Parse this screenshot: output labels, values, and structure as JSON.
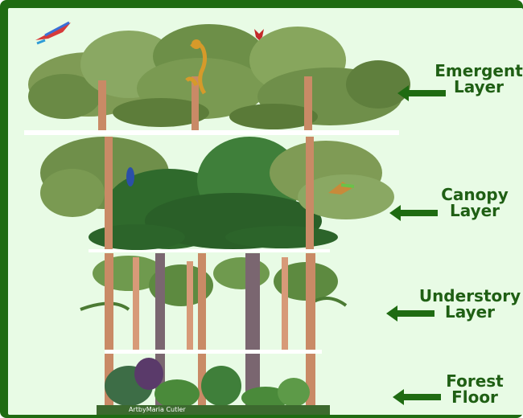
{
  "layers": [
    {
      "line1": "Emergent",
      "line2": "Layer"
    },
    {
      "line1": "Canopy",
      "line2": "Layer"
    },
    {
      "line1": "Understory",
      "line2": "Layer"
    },
    {
      "line1": "Forest",
      "line2": "Floor"
    }
  ],
  "colors": {
    "frame": "#1f6b12",
    "background": "#e8fbe5",
    "label": "#1f5f14",
    "arrow": "#1f6b12"
  },
  "credit": "ArtbyMaria Cutler"
}
